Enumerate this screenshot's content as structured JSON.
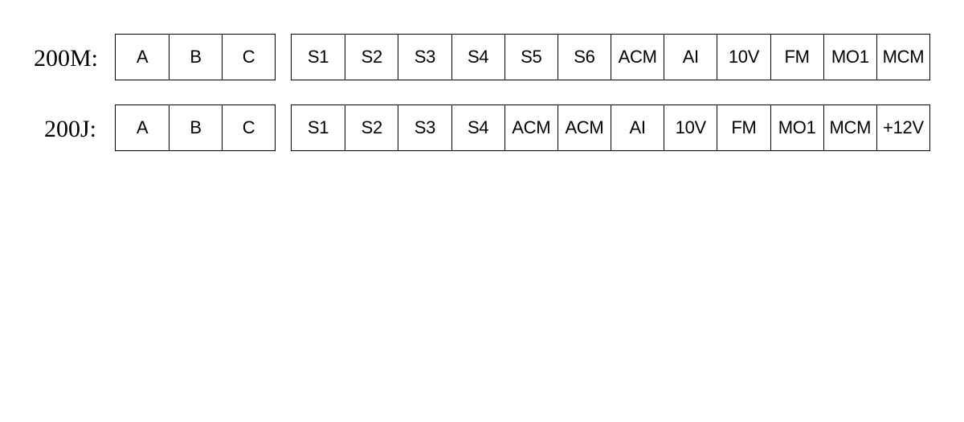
{
  "rows": [
    {
      "label": "200M:",
      "power_terminals": [
        "A",
        "B",
        "C"
      ],
      "signal_terminals": [
        "S1",
        "S2",
        "S3",
        "S4",
        "S5",
        "S6",
        "ACM",
        "AI",
        "10V",
        "FM",
        "MO1",
        "MCM"
      ]
    },
    {
      "label": "200J:",
      "power_terminals": [
        "A",
        "B",
        "C"
      ],
      "signal_terminals": [
        "S1",
        "S2",
        "S3",
        "S4",
        "ACM",
        "ACM",
        "AI",
        "10V",
        "FM",
        "MO1",
        "MCM",
        "+12V"
      ]
    }
  ]
}
